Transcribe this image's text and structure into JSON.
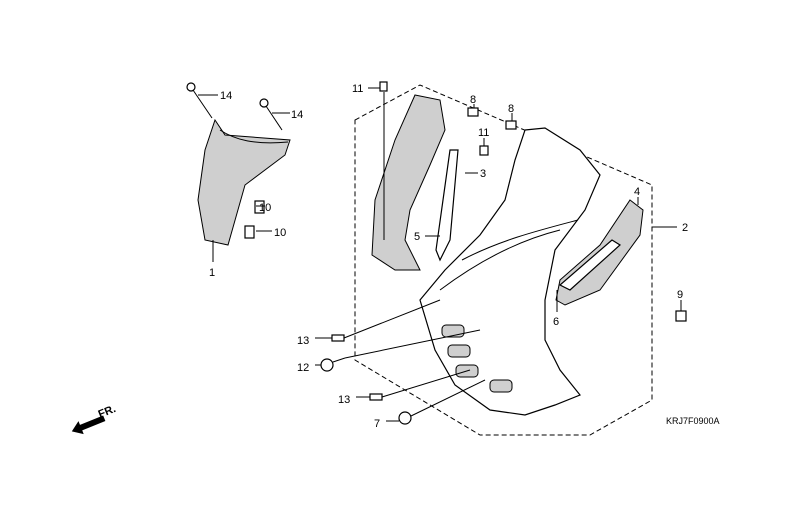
{
  "callouts": {
    "c14a": "14",
    "c14b": "14",
    "c1": "1",
    "c10a": "10",
    "c10b": "10",
    "c11a": "11",
    "c8a": "8",
    "c8b": "8",
    "c11b": "11",
    "c3": "3",
    "c5": "5",
    "c2": "2",
    "c4": "4",
    "c6": "6",
    "c9": "9",
    "c13a": "13",
    "c12": "12",
    "c13b": "13",
    "c7": "7"
  },
  "front_arrow_label": "FR.",
  "diagram_code": "KRJ7F0900A"
}
